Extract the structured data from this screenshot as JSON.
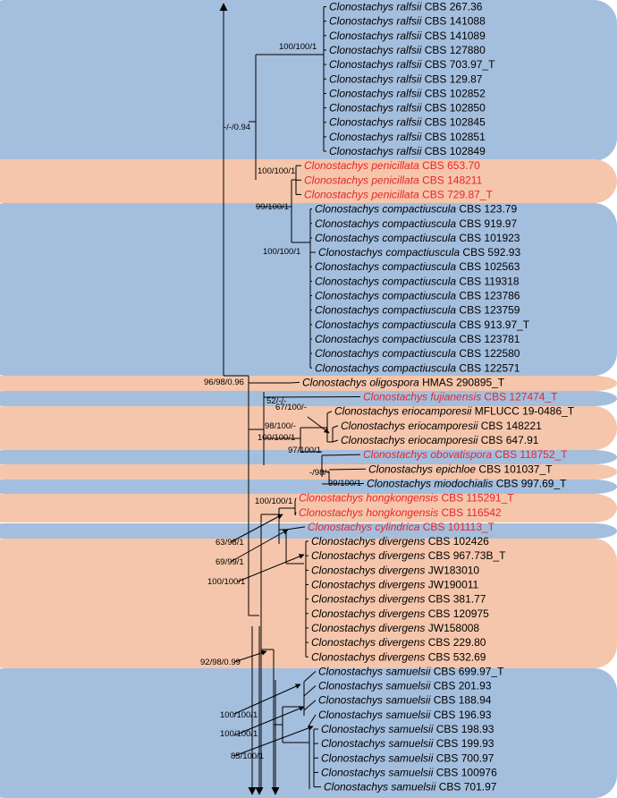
{
  "colors": {
    "blue_band": "#a4bedd",
    "orange_band": "#f5c6ab",
    "new_species_text": "#e8262a",
    "default_text": "#000000"
  },
  "taxa": [
    {
      "genus": "Clonostachys",
      "epithet": "ralfsii",
      "strain": "CBS 267.36",
      "new": false
    },
    {
      "genus": "Clonostachys",
      "epithet": "ralfsii",
      "strain": "CBS 141088",
      "new": false
    },
    {
      "genus": "Clonostachys",
      "epithet": "ralfsii",
      "strain": "CBS 141089",
      "new": false
    },
    {
      "genus": "Clonostachys",
      "epithet": "ralfsii",
      "strain": "CBS 127880",
      "new": false
    },
    {
      "genus": "Clonostachys",
      "epithet": "ralfsii",
      "strain": "CBS 703.97_T",
      "new": false
    },
    {
      "genus": "Clonostachys",
      "epithet": "ralfsii",
      "strain": "CBS 129.87",
      "new": false
    },
    {
      "genus": "Clonostachys",
      "epithet": "ralfsii",
      "strain": "CBS 102852",
      "new": false
    },
    {
      "genus": "Clonostachys",
      "epithet": "ralfsii",
      "strain": "CBS 102850",
      "new": false
    },
    {
      "genus": "Clonostachys",
      "epithet": "ralfsii",
      "strain": "CBS 102845",
      "new": false
    },
    {
      "genus": "Clonostachys",
      "epithet": "ralfsii",
      "strain": "CBS 102851",
      "new": false
    },
    {
      "genus": "Clonostachys",
      "epithet": "ralfsii",
      "strain": "CBS 102849",
      "new": false
    },
    {
      "genus": "Clonostachys",
      "epithet": "penicillata",
      "strain": "CBS 653.70",
      "new": true
    },
    {
      "genus": "Clonostachys",
      "epithet": "penicillata",
      "strain": "CBS 148211",
      "new": true
    },
    {
      "genus": "Clonostachys",
      "epithet": "penicillata",
      "strain": "CBS 729.87_T",
      "new": true
    },
    {
      "genus": "Clonostachys",
      "epithet": "compactiuscula",
      "strain": "CBS 123.79",
      "new": false
    },
    {
      "genus": "Clonostachys",
      "epithet": "compactiuscula",
      "strain": "CBS 919.97",
      "new": false
    },
    {
      "genus": "Clonostachys",
      "epithet": "compactiuscula",
      "strain": "CBS 101923",
      "new": false
    },
    {
      "genus": "Clonostachys",
      "epithet": "compactiuscula",
      "strain": "CBS 592.93",
      "new": false
    },
    {
      "genus": "Clonostachys",
      "epithet": "compactiuscula",
      "strain": "CBS 102563",
      "new": false
    },
    {
      "genus": "Clonostachys",
      "epithet": "compactiuscula",
      "strain": "CBS 119318",
      "new": false
    },
    {
      "genus": "Clonostachys",
      "epithet": "compactiuscula",
      "strain": "CBS 123786",
      "new": false
    },
    {
      "genus": "Clonostachys",
      "epithet": "compactiuscula",
      "strain": "CBS 123759",
      "new": false
    },
    {
      "genus": "Clonostachys",
      "epithet": "compactiuscula",
      "strain": "CBS 913.97_T",
      "new": false
    },
    {
      "genus": "Clonostachys",
      "epithet": "compactiuscula",
      "strain": "CBS 123781",
      "new": false
    },
    {
      "genus": "Clonostachys",
      "epithet": "compactiuscula",
      "strain": "CBS 122580",
      "new": false
    },
    {
      "genus": "Clonostachys",
      "epithet": "compactiuscula",
      "strain": "CBS 122571",
      "new": false
    },
    {
      "genus": "Clonostachys",
      "epithet": "oligospora",
      "strain": "HMAS 290895_T",
      "new": false
    },
    {
      "genus": "Clonostachys",
      "epithet": "fujianensis",
      "strain": "CBS 127474_T",
      "new": true
    },
    {
      "genus": "Clonostachys",
      "epithet": "eriocamporesii",
      "strain": "MFLUCC 19-0486_T",
      "new": false
    },
    {
      "genus": "Clonostachys",
      "epithet": "eriocamporesii",
      "strain": "CBS 148221",
      "new": false
    },
    {
      "genus": "Clonostachys",
      "epithet": "eriocamporesii",
      "strain": "CBS 647.91",
      "new": false
    },
    {
      "genus": "Clonostachys",
      "epithet": "obovatispora",
      "strain": "CBS 118752_T",
      "new": true
    },
    {
      "genus": "Clonostachys",
      "epithet": "epichloe",
      "strain": "CBS 101037_T",
      "new": false
    },
    {
      "genus": "Clonostachys",
      "epithet": "miodochialis",
      "strain": "CBS 997.69_T",
      "new": false
    },
    {
      "genus": "Clonostachys",
      "epithet": "hongkongensis",
      "strain": "CBS 115291_T",
      "new": true
    },
    {
      "genus": "Clonostachys",
      "epithet": "hongkongensis",
      "strain": "CBS 116542",
      "new": true
    },
    {
      "genus": "Clonostachys",
      "epithet": "cylindrica",
      "strain": "CBS 101113_T",
      "new": true
    },
    {
      "genus": "Clonostachys",
      "epithet": "divergens",
      "strain": "CBS 102426",
      "new": false
    },
    {
      "genus": "Clonostachys",
      "epithet": "divergens",
      "strain": "CBS 967.73B_T",
      "new": false
    },
    {
      "genus": "Clonostachys",
      "epithet": "divergens",
      "strain": "JW183010",
      "new": false
    },
    {
      "genus": "Clonostachys",
      "epithet": "divergens",
      "strain": "JW190011",
      "new": false
    },
    {
      "genus": "Clonostachys",
      "epithet": "divergens",
      "strain": "CBS 381.77",
      "new": false
    },
    {
      "genus": "Clonostachys",
      "epithet": "divergens",
      "strain": "CBS 120975",
      "new": false
    },
    {
      "genus": "Clonostachys",
      "epithet": "divergens",
      "strain": "JW158008",
      "new": false
    },
    {
      "genus": "Clonostachys",
      "epithet": "divergens",
      "strain": "CBS 229.80",
      "new": false
    },
    {
      "genus": "Clonostachys",
      "epithet": "divergens",
      "strain": "CBS 532.69",
      "new": false
    },
    {
      "genus": "Clonostachys",
      "epithet": "samuelsii",
      "strain": "CBS 699.97_T",
      "new": false
    },
    {
      "genus": "Clonostachys",
      "epithet": "samuelsii",
      "strain": "CBS 201.93",
      "new": false
    },
    {
      "genus": "Clonostachys",
      "epithet": "samuelsii",
      "strain": "CBS 188.94",
      "new": false
    },
    {
      "genus": "Clonostachys",
      "epithet": "samuelsii",
      "strain": "CBS 196.93",
      "new": false
    },
    {
      "genus": "Clonostachys",
      "epithet": "samuelsii",
      "strain": "CBS 198.93",
      "new": false
    },
    {
      "genus": "Clonostachys",
      "epithet": "samuelsii",
      "strain": "CBS 199.93",
      "new": false
    },
    {
      "genus": "Clonostachys",
      "epithet": "samuelsii",
      "strain": "CBS 700.97",
      "new": false
    },
    {
      "genus": "Clonostachys",
      "epithet": "samuelsii",
      "strain": "CBS 100976",
      "new": false
    },
    {
      "genus": "Clonostachys",
      "epithet": "samuelsii",
      "strain": "CBS 701.97",
      "new": false
    }
  ],
  "clade_bands": [
    {
      "color": "blue",
      "first": 0,
      "last": 10
    },
    {
      "color": "orange",
      "first": 11,
      "last": 13
    },
    {
      "color": "blue",
      "first": 14,
      "last": 25
    },
    {
      "color": "orange",
      "first": 26,
      "last": 26
    },
    {
      "color": "blue",
      "first": 27,
      "last": 27
    },
    {
      "color": "orange",
      "first": 28,
      "last": 30
    },
    {
      "color": "blue",
      "first": 31,
      "last": 31
    },
    {
      "color": "orange",
      "first": 32,
      "last": 32
    },
    {
      "color": "blue",
      "first": 33,
      "last": 33
    },
    {
      "color": "orange",
      "first": 34,
      "last": 35
    },
    {
      "color": "blue",
      "first": 36,
      "last": 36
    },
    {
      "color": "orange",
      "first": 37,
      "last": 45
    },
    {
      "color": "blue",
      "first": 46,
      "last": 54
    }
  ],
  "support_values": [
    "100/100/1",
    "-/-/0.94",
    "100/100/1",
    "99/100/1",
    "100/100/1",
    "96/98/0.96",
    "52/-/-",
    "67/100/-",
    "98/100/-",
    "100/100/1",
    "97/100/1",
    "-/98/-",
    "99/100/1",
    "100/100/1",
    "63/98/1",
    "69/99/1",
    "100/100/1",
    "92/98/0.99",
    "100/100/1",
    "100/100/1",
    "85/100/1"
  ]
}
